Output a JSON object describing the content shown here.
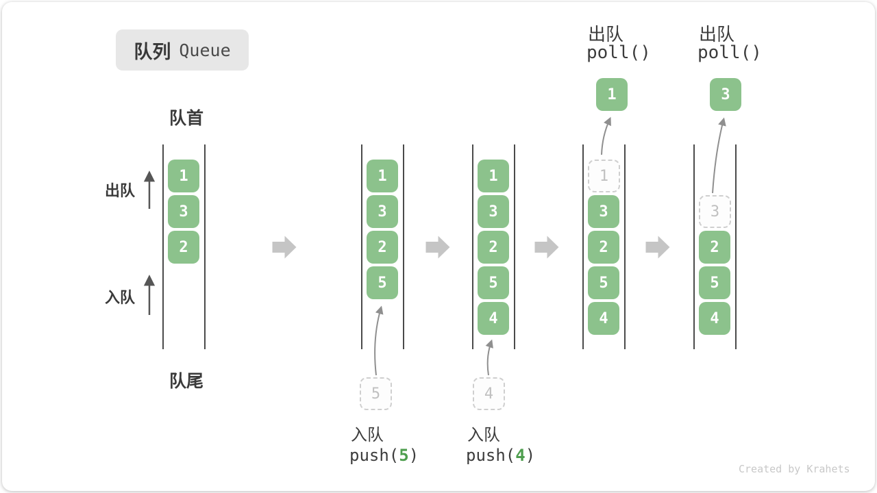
{
  "title": {
    "zh": "队列",
    "en": "Queue"
  },
  "labels": {
    "front": "队首",
    "rear": "队尾",
    "dequeue": "出队",
    "enqueue": "入队"
  },
  "watermark": "Created by Krahets",
  "colors": {
    "block_green": "#8CC28C",
    "code_arg_green": "#4E9E4E",
    "state_arrow_gray": "#C5C5C5",
    "wall_line_dark": "#4A4A4A",
    "ghost_border": "#CFCFCF",
    "ghost_text": "#C0C0C0",
    "text_dark": "#3C3C3C",
    "badge_bg": "#E7E7E7",
    "watermark_gray": "#C8C8C8"
  },
  "states": [
    {
      "blocks": [
        "1",
        "3",
        "2"
      ]
    },
    {
      "blocks": [
        "1",
        "3",
        "2",
        "5"
      ],
      "ghost": "5",
      "op": {
        "label": "入队",
        "code_open": "push(",
        "arg": "5",
        "code_close": ")"
      }
    },
    {
      "blocks": [
        "1",
        "3",
        "2",
        "5",
        "4"
      ],
      "ghost": "4",
      "op": {
        "label": "入队",
        "code_open": "push(",
        "arg": "4",
        "code_close": ")"
      }
    },
    {
      "blocks": [
        "3",
        "2",
        "5",
        "4"
      ],
      "ghost": "1",
      "popped": "1",
      "op": {
        "label": "出队",
        "code": "poll()"
      }
    },
    {
      "blocks": [
        "2",
        "5",
        "4"
      ],
      "ghost": "3",
      "popped": "3",
      "op": {
        "label": "出队",
        "code": "poll()"
      }
    }
  ]
}
